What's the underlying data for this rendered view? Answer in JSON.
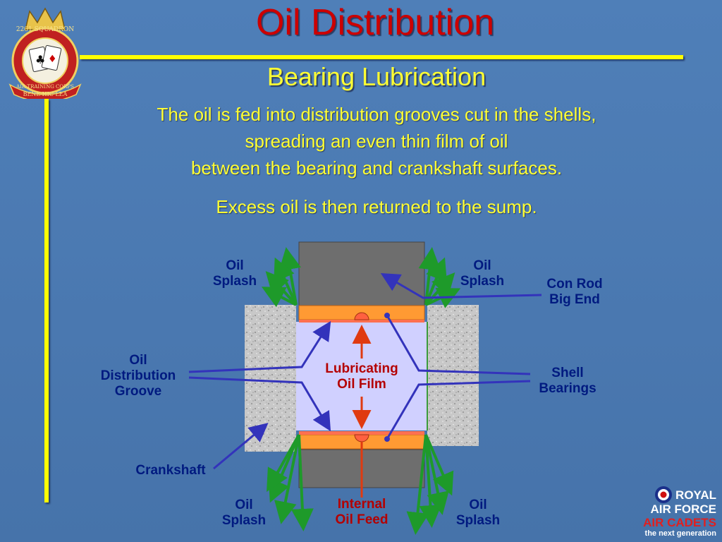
{
  "title": "Oil Distribution",
  "subtitle": "Bearing Lubrication",
  "paragraph1": [
    "The oil is fed into distribution grooves cut in the shells,",
    "spreading an even thin film of oil",
    "between the bearing and crankshaft surfaces."
  ],
  "paragraph2": "Excess oil is then returned to the sump.",
  "badge": {
    "ring_top": "2261 SQUADRON",
    "ring_side": "AIR TRAINING CORPS",
    "motto": "BENE HIC LEA"
  },
  "labels": {
    "oil_splash_tl": [
      "Oil",
      "Splash"
    ],
    "oil_splash_tr": [
      "Oil",
      "Splash"
    ],
    "oil_splash_bl": [
      "Oil",
      "Splash"
    ],
    "oil_splash_br": [
      "Oil",
      "Splash"
    ],
    "con_rod": [
      "Con Rod",
      "Big End"
    ],
    "shell_bearings": [
      "Shell",
      "Bearings"
    ],
    "oil_groove": [
      "Oil",
      "Distribution",
      "Groove"
    ],
    "crankshaft": "Crankshaft",
    "lubricating_film": [
      "Lubricating",
      "Oil Film"
    ],
    "internal_feed": [
      "Internal",
      "Oil Feed"
    ]
  },
  "raf_logo": {
    "line1": "ROYAL",
    "line2": "AIR FORCE",
    "line3": "AIR CADETS",
    "line4": "the next generation"
  },
  "colors": {
    "title": "#cc0000",
    "text": "#ffff33",
    "shell": "#ff9a33",
    "oil_film": "#d0d0ff",
    "con_rod": "#6e6e6e",
    "splash_arrow": "#1e9a2a",
    "pointer": "#3333bb",
    "feed": "#e03a10"
  }
}
